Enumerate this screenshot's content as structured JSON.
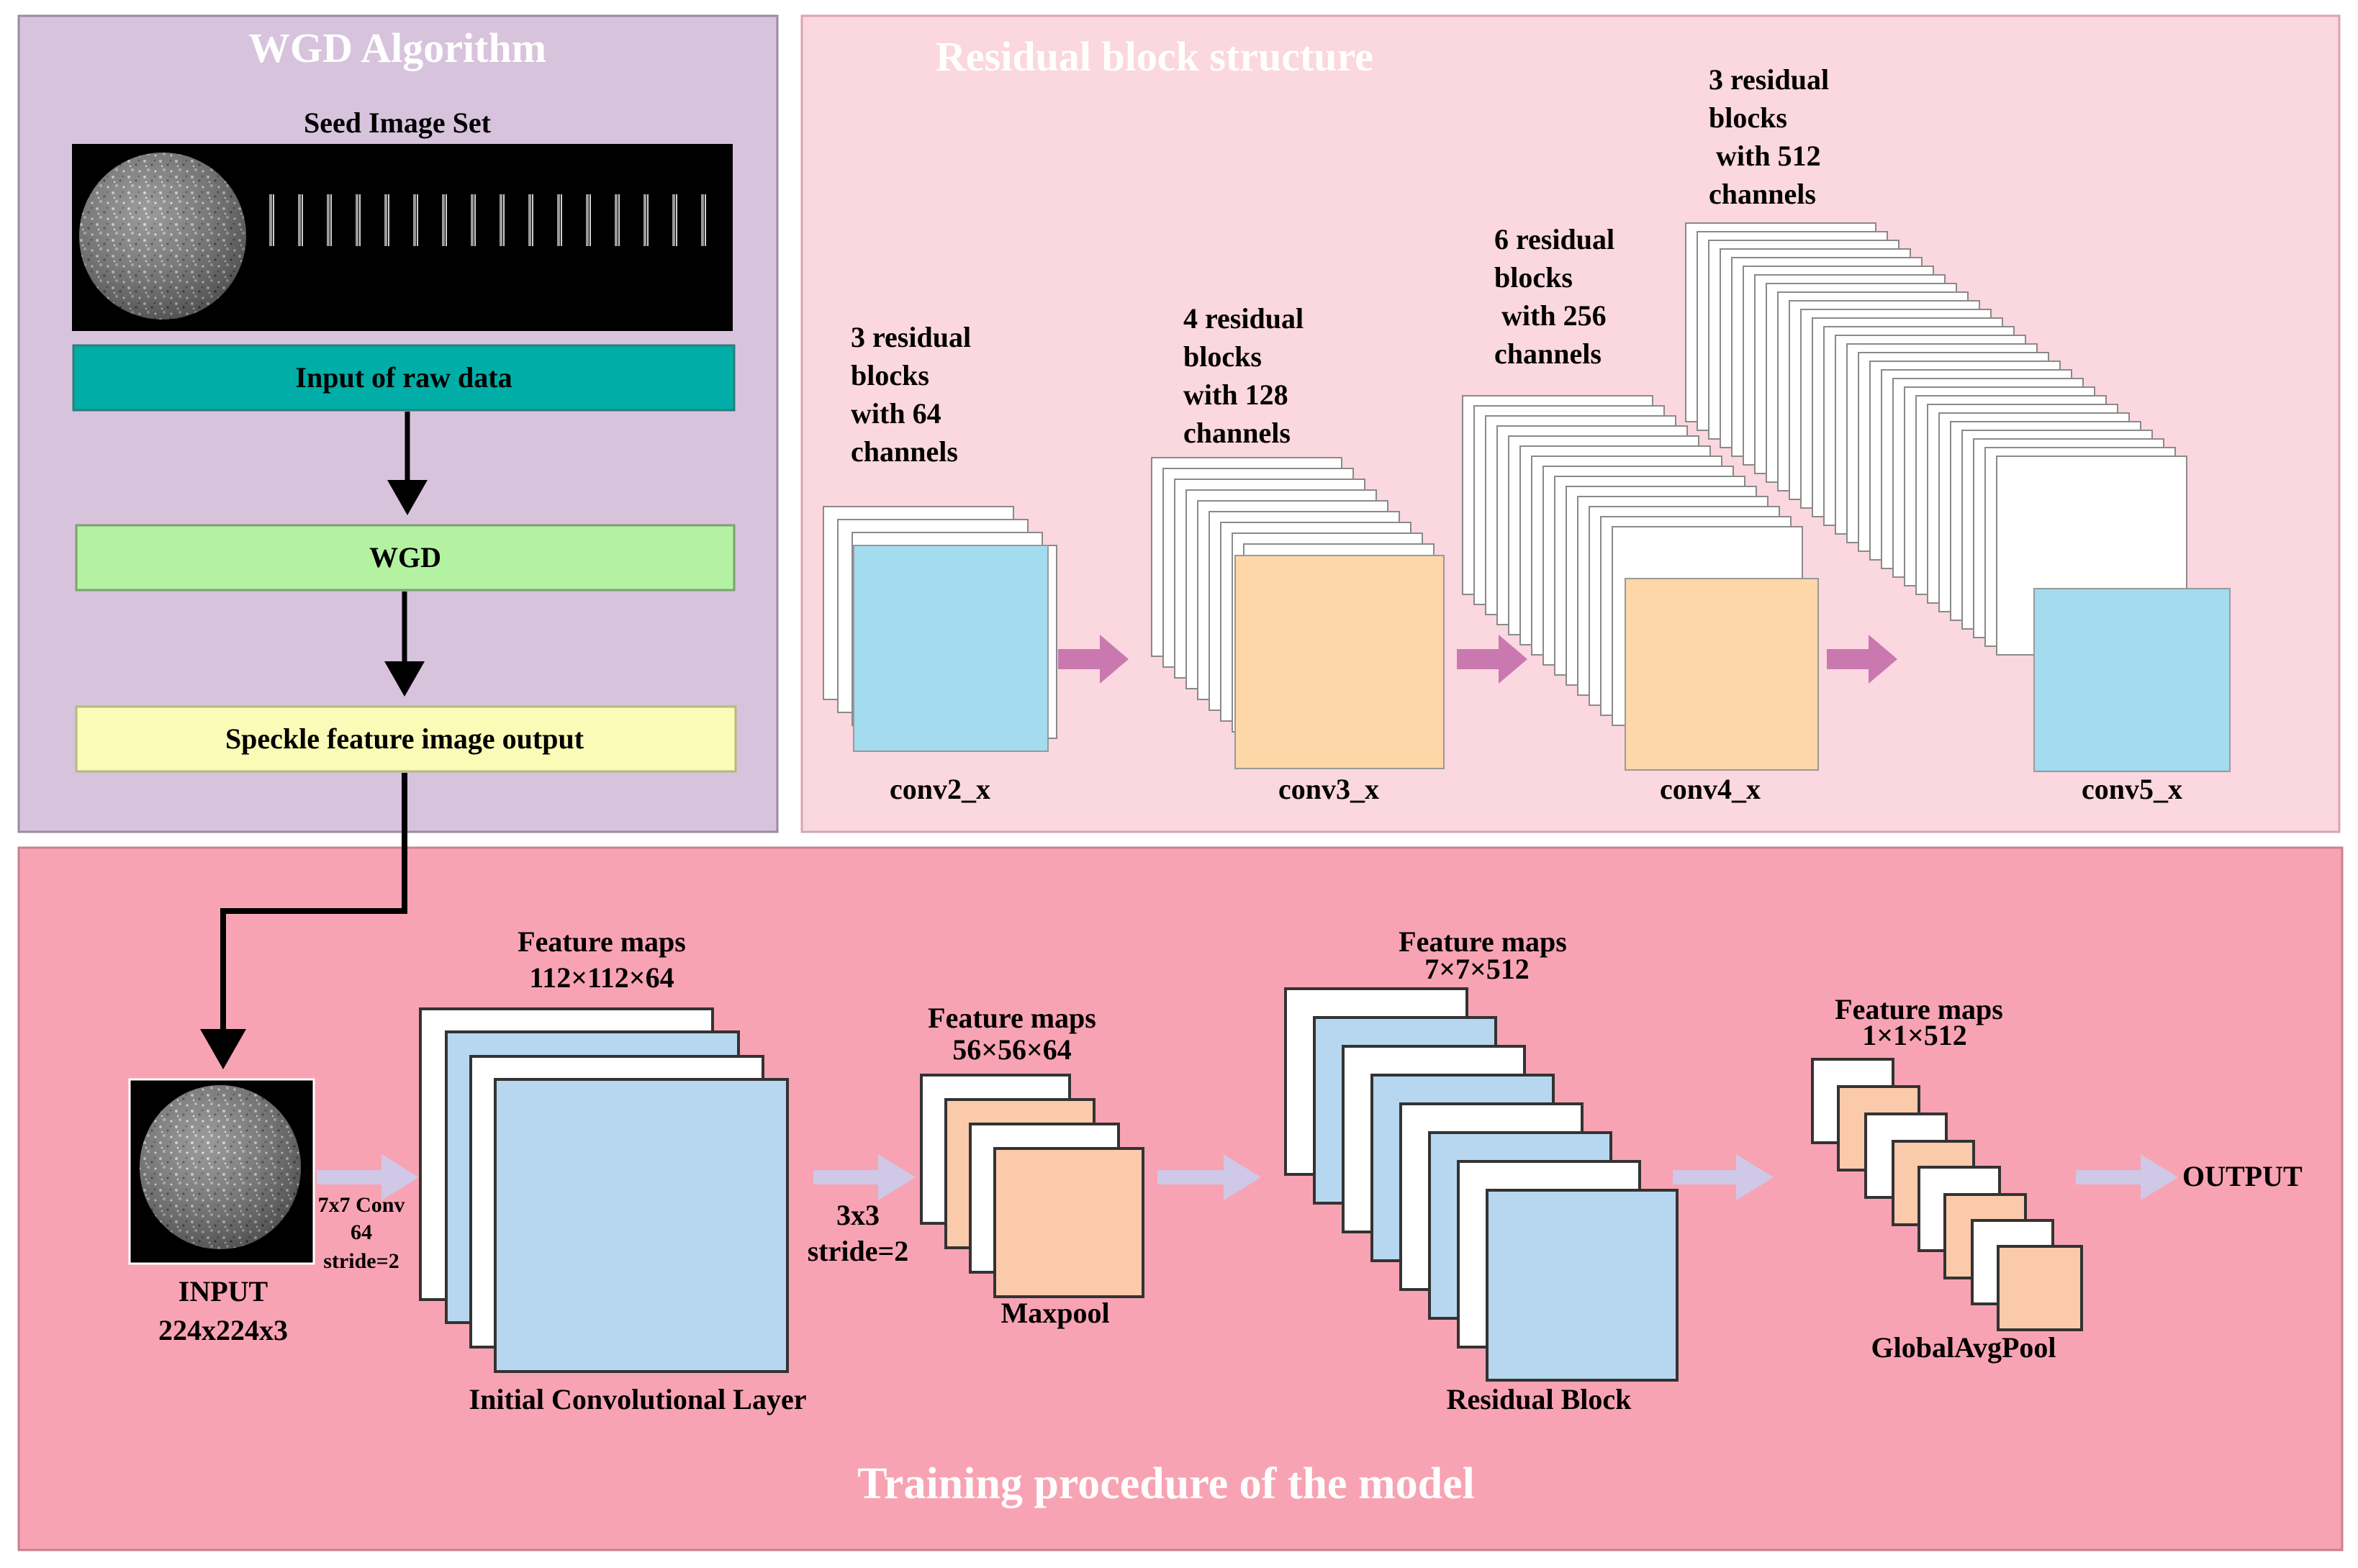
{
  "colors": {
    "wgd_panel": "#d8c3dd",
    "residual_panel": "#fbd7df",
    "training_panel": "#f8a3b3",
    "input_raw": "#00ada7",
    "wgd_box": "#b3f2a1",
    "speckle_box": "#fafbb6",
    "blue": "#a3dcef",
    "orange": "#fdd7a7",
    "light_blue_map": "#b6d7ef",
    "peach_map": "#fbcaaa",
    "magenta_arrow": "#c979b0",
    "lavender_arrow": "#cfc8e6"
  },
  "wgd_panel": {
    "title": "WGD Algorithm",
    "seed_label": "Seed Image Set",
    "seed_image": "speckle-sequence-image",
    "steps": [
      "Input of raw data",
      "WGD",
      "Speckle feature image output"
    ]
  },
  "residual_panel": {
    "title": "Residual block structure",
    "stages": [
      {
        "name": "conv2_x",
        "desc": [
          "3 residual",
          "blocks",
          "with 64",
          "channels"
        ]
      },
      {
        "name": "conv3_x",
        "desc": [
          "4 residual",
          "blocks",
          "with 128",
          "channels"
        ]
      },
      {
        "name": "conv4_x",
        "desc": [
          "6 residual",
          "blocks",
          " with 256",
          "channels"
        ]
      },
      {
        "name": "conv5_x",
        "desc": [
          "3 residual",
          "blocks",
          " with 512",
          "channels"
        ]
      }
    ]
  },
  "training_panel": {
    "title": "Training procedure of the model",
    "input_label": "INPUT",
    "input_size": "224x224x3",
    "conv_note": [
      "7x7 Conv",
      "64",
      "stride=2"
    ],
    "pool_note": [
      "3x3",
      "stride=2"
    ],
    "stage1": {
      "title": "Feature maps",
      "size": "112×112×64",
      "caption": "Initial Convolutional Layer"
    },
    "stage2": {
      "title": "Feature maps",
      "size": "56×56×64",
      "caption": "Maxpool"
    },
    "stage3": {
      "title": "Feature maps",
      "size": "7×7×512",
      "caption": "Residual Block"
    },
    "stage4": {
      "title": "Feature maps",
      "size": "1×1×512",
      "caption": "GlobalAvgPool"
    },
    "output_label": "OUTPUT"
  }
}
